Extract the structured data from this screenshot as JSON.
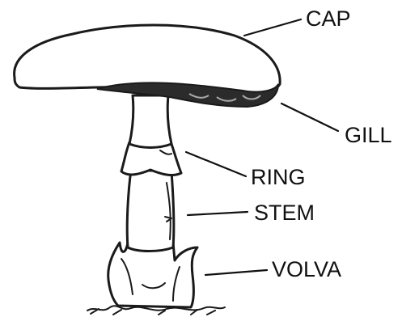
{
  "labels": {
    "cap": "CAP",
    "gill": "GILL",
    "ring": "RING",
    "stem": "STEM",
    "volva": "VOLVA"
  },
  "colors": {
    "line": "#1a1a1a",
    "gill_fill": "#2b2b2b",
    "background": "#ffffff"
  }
}
